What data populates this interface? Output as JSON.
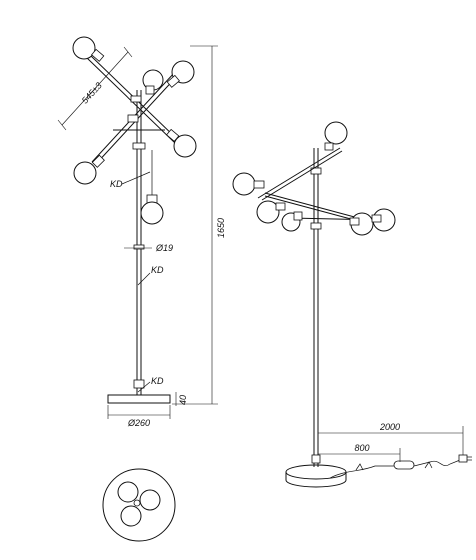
{
  "labels": {
    "diagonal_dimension": "545±3",
    "height": "1650",
    "tube_diameter": "Ø19",
    "base_diameter": "Ø260",
    "base_height": "40",
    "cable_length": "2000",
    "switch_distance": "800",
    "callout_top": "KD",
    "callout_mid": "KD",
    "callout_bottom": "KD"
  }
}
